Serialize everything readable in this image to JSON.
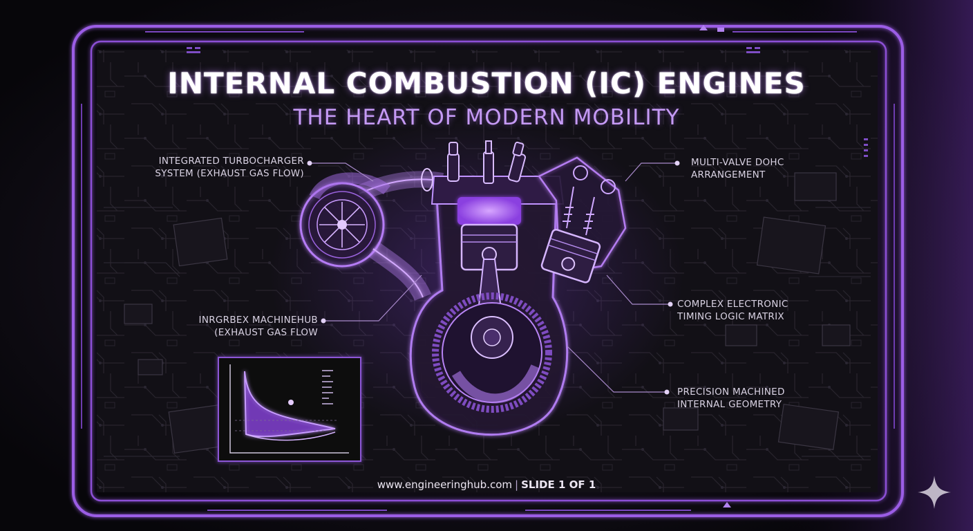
{
  "title": "INTERNAL COMBUSTION (IC) ENGINES",
  "subtitle": "THE HEART OF MODERN MOBILITY",
  "callouts": {
    "turbo": {
      "line1": "INTEGRATED TURBOCHARGER",
      "line2": "SYSTEM (EXHAUST GAS FLOW)"
    },
    "valve": {
      "line1": "MULTI-VALVE DOHC",
      "line2": "ARRANGEMENT"
    },
    "machinehub": {
      "line1": "INRGRBEX MACHINEHUB",
      "line2": "(EXHAUST GAS FLOW"
    },
    "timing": {
      "line1": "COMPLEX ELECTRONIC",
      "line2": "TIMING LOGIC MATRIX"
    },
    "geometry": {
      "line1": "PRECISION MACHINED",
      "line2": "INTERNAL GEOMETRY"
    }
  },
  "footer": {
    "url": "www.engineeringhub.com",
    "separator": "|",
    "slide": "SLIDE 1 OF 1"
  },
  "colors": {
    "accent": "#9b5de5",
    "accent_light": "#c59af5",
    "background": "#0b090f"
  },
  "icons": [
    "sparkle-icon",
    "engine-illustration",
    "pv-diagram-inset",
    "circuit-board-background"
  ]
}
